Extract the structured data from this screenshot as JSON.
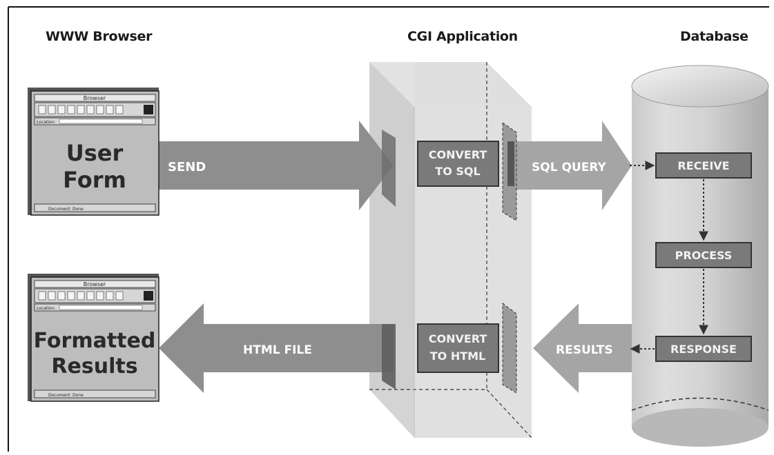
{
  "columns": {
    "browser": "WWW Browser",
    "cgi": "CGI Application",
    "database": "Database"
  },
  "browser_windows": [
    {
      "titlebar": "Browser",
      "location_label": "Location:",
      "line1": "User",
      "line2": "Form",
      "status": "Document: Done"
    },
    {
      "titlebar": "Browser",
      "location_label": "Location:",
      "line1": "Formatted",
      "line2": "Results",
      "status": "Document: Done"
    }
  ],
  "arrows": {
    "send": "SEND",
    "sql_query": "SQL QUERY",
    "html_file": "HTML FILE",
    "results": "RESULTS"
  },
  "cgi_boxes": {
    "convert_sql_1": "CONVERT",
    "convert_sql_2": "TO SQL",
    "convert_html_1": "CONVERT",
    "convert_html_2": "TO HTML"
  },
  "db_steps": {
    "receive": "RECEIVE",
    "process": "PROCESS",
    "response": "RESPONSE"
  }
}
